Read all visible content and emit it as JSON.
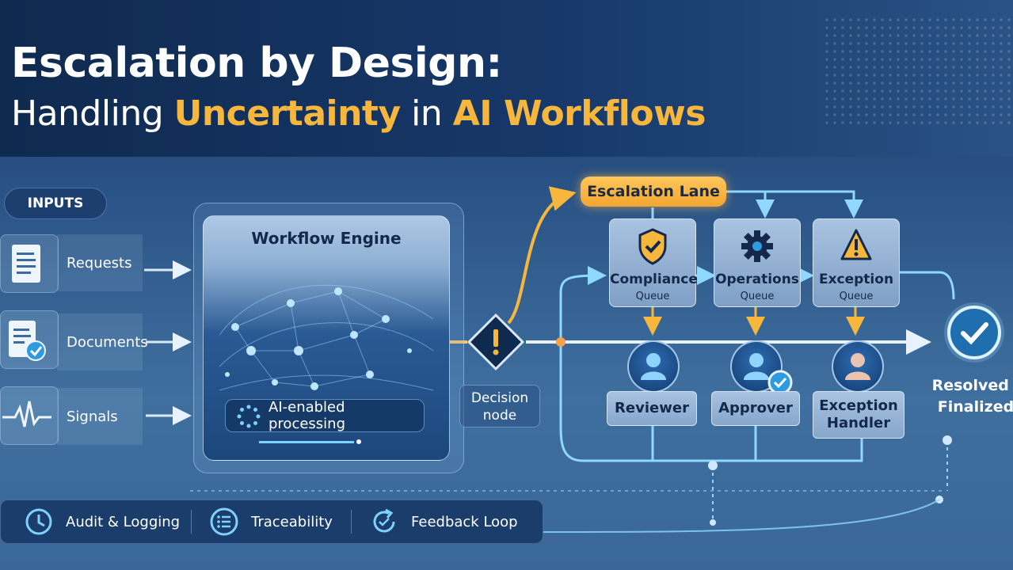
{
  "title": {
    "line1": "Escalation by Design:",
    "line2_a": "Handling ",
    "line2_b": "Uncertainty",
    "line2_c": " in ",
    "line2_d": "AI Workflows"
  },
  "inputs": {
    "label": "INPUTS",
    "items": [
      {
        "label": "Requests",
        "icon": "document-icon"
      },
      {
        "label": "Documents",
        "icon": "document-check-icon"
      },
      {
        "label": "Signals",
        "icon": "pulse-icon"
      }
    ]
  },
  "engine": {
    "title": "Workflow Engine",
    "chip": "AI-enabled processing"
  },
  "decision": {
    "label_line1": "Decision",
    "label_line2": "node"
  },
  "escalation": {
    "label": "Escalation Lane"
  },
  "queues": [
    {
      "name": "Compliance",
      "sub": "Queue",
      "icon": "shield-check-icon"
    },
    {
      "name": "Operations",
      "sub": "Queue",
      "icon": "gear-icon"
    },
    {
      "name": "Exception",
      "sub": "Queue",
      "icon": "warning-icon"
    }
  ],
  "roles": [
    {
      "line1": "Reviewer",
      "line2": ""
    },
    {
      "line1": "Approver",
      "line2": ""
    },
    {
      "line1": "Exception",
      "line2": "Handler"
    }
  ],
  "resolved": {
    "line1": "Resolved /",
    "line2": "Finalized"
  },
  "footer": [
    {
      "label": "Audit & Logging",
      "icon": "clock-icon"
    },
    {
      "label": "Traceability",
      "icon": "list-icon"
    },
    {
      "label": "Feedback Loop",
      "icon": "refresh-icon"
    }
  ],
  "colors": {
    "accent": "#f6b73c",
    "flow": "#7fd2ff",
    "bg": "#16345e"
  }
}
